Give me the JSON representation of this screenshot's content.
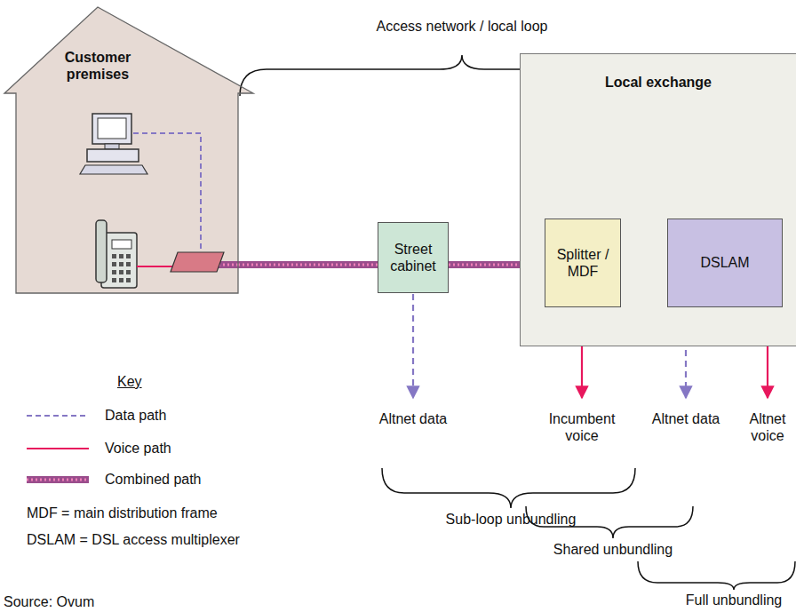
{
  "diagram": {
    "nodes": [
      {
        "text": [
          "Customer premises"
        ]
      },
      {
        "text": [
          "Street cabinet"
        ]
      },
      {
        "text": [
          "Local exchange"
        ]
      },
      {
        "text": [
          "Splitter / MDF"
        ],
        "in": 2
      },
      {
        "text": [
          "DSLAM"
        ],
        "in": 2
      }
    ],
    "edges": [
      {
        "from": 0,
        "to": 1,
        "arrow": "none"
      },
      {
        "from": 1,
        "to": 3,
        "arrow": "none"
      },
      {
        "from": 3,
        "to": 4,
        "arrow": "none"
      }
    ],
    "labels": [
      "Access network / local loop",
      "Altnet data",
      "Incumbent voice",
      "Altnet data",
      "Altnet voice",
      "Sub-loop unbundling",
      "Shared unbundling",
      "Full unbundling",
      "Key",
      "MDF = main distribution frame",
      "DSLAM = DSL access multiplexer",
      "Source: Ovum"
    ],
    "legend": [
      {
        "text": "Data path"
      },
      {
        "text": "Voice path"
      },
      {
        "text": "Combined path"
      }
    ]
  }
}
